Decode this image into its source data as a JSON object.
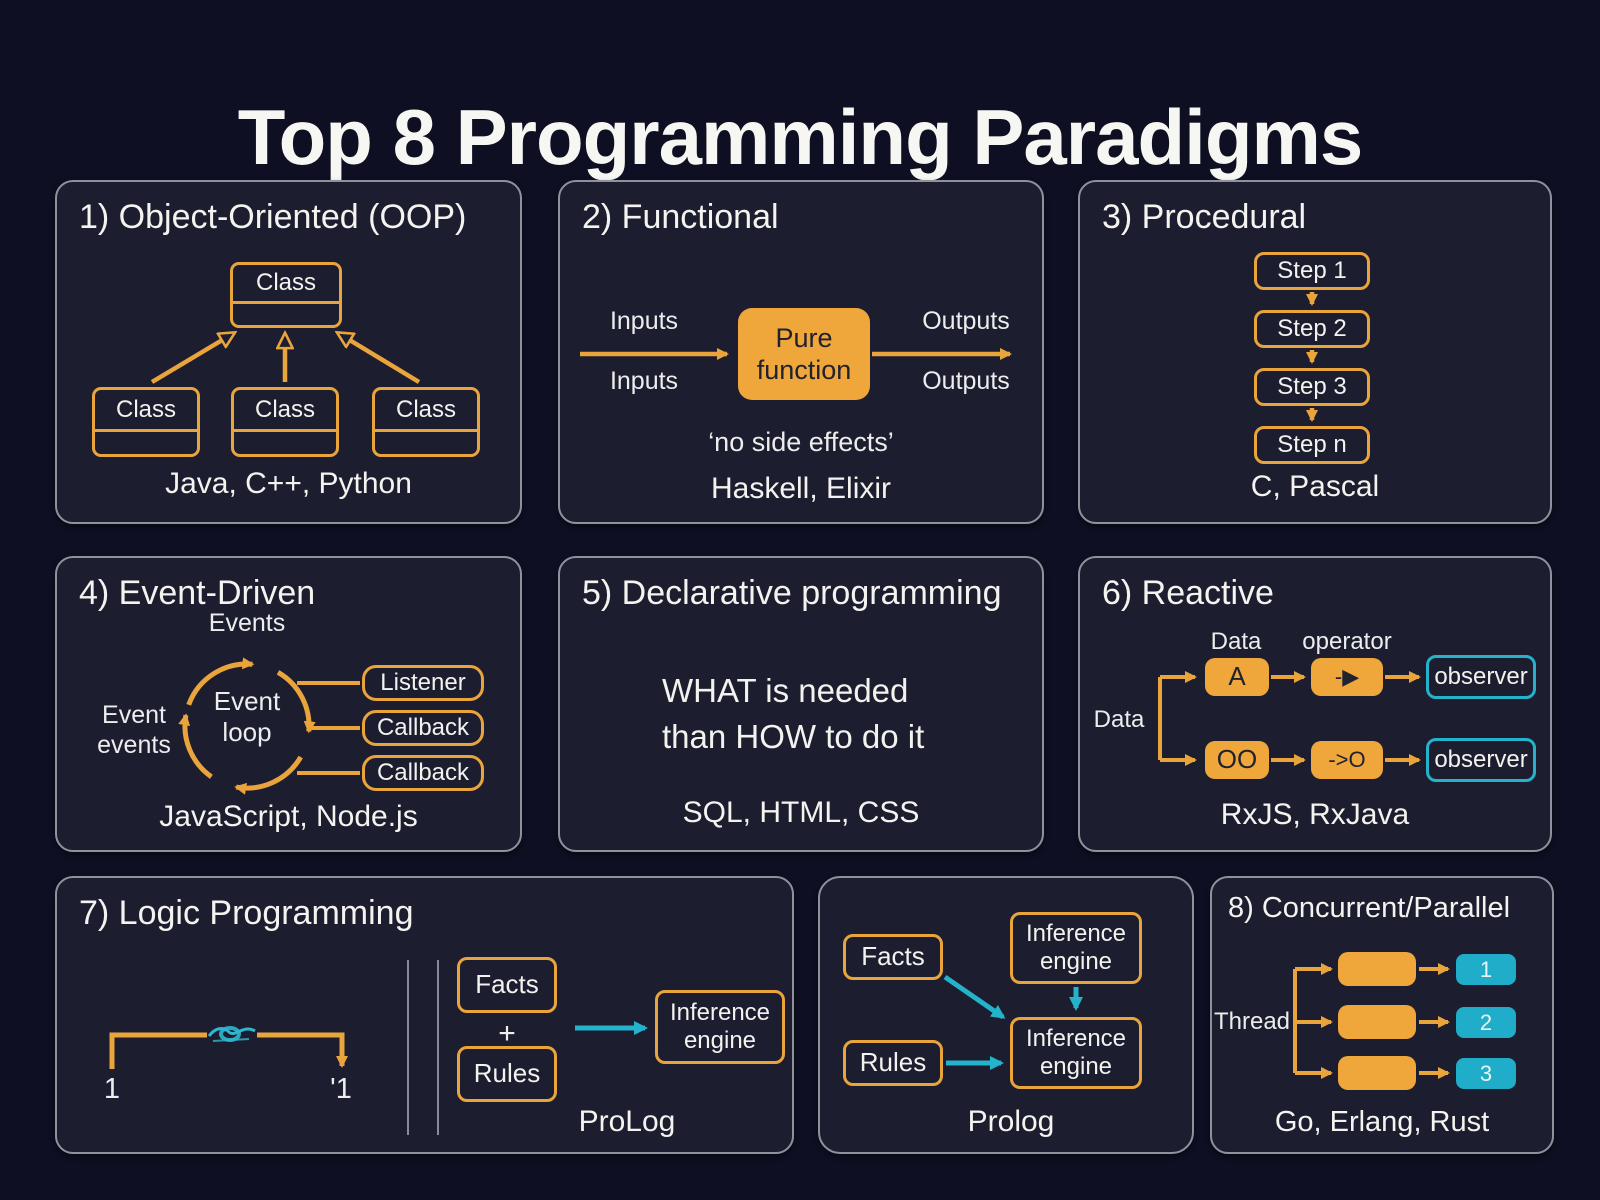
{
  "page": {
    "title": "Top 8 Programming Paradigms"
  },
  "colors": {
    "background": "#0e0f22",
    "panel": "#1c1e30",
    "panel_border": "#8f929c",
    "orange": "#eaa43c",
    "orange_fill": "#efa63a",
    "cyan": "#25b3cc",
    "text": "#f4f3ef"
  },
  "panels": {
    "oop": {
      "title": "1) Object-Oriented (OOP)",
      "parent_class": "Class",
      "children": [
        "Class",
        "Class",
        "Class"
      ],
      "caption": "Java, C++, Python"
    },
    "functional": {
      "title": "2) Functional",
      "input_top": "Inputs",
      "input_bottom": "Inputs",
      "pure_function": "Pure function",
      "output_top": "Outputs",
      "output_bottom": "Outputs",
      "note": "‘no side effects’",
      "caption": "Haskell, Elixir"
    },
    "procedural": {
      "title": "3) Procedural",
      "steps": [
        "Step 1",
        "Step 2",
        "Step 3",
        "Step n"
      ],
      "caption": "C, Pascal"
    },
    "event_driven": {
      "title": "4) Event-Driven",
      "events_label": "Events",
      "left_label": "Event events",
      "loop_label": "Event loop",
      "handlers": [
        "Listener",
        "Callback",
        "Callback"
      ],
      "caption": "JavaScript, Node.js"
    },
    "declarative": {
      "title": "5) Declarative programming",
      "line1": "WHAT is needed",
      "line2": "than HOW to do it",
      "caption": "SQL, HTML, CSS"
    },
    "reactive": {
      "title": "6) Reactive",
      "data_top_label": "Data",
      "operator_label": "operator",
      "data_left_label": "Data",
      "source_a": "A",
      "operator_a": "-▶",
      "observer_a": "observer",
      "source_b": "OO",
      "operator_b": "->O",
      "observer_b": "observer",
      "caption": "RxJS, RxJava"
    },
    "logic": {
      "title": "7) Logic Programming",
      "from_label": "1",
      "to_label": "'1",
      "facts": "Facts",
      "plus": "+",
      "rules": "Rules",
      "engine": "Inference engine",
      "caption": "ProLog"
    },
    "prolog": {
      "facts": "Facts",
      "engine_top": "Inference engine",
      "engine_main": "Inference engine",
      "rules": "Rules",
      "caption": "Prolog"
    },
    "concurrent": {
      "title": "8) Concurrent/Parallel",
      "thread_label": "Thread",
      "tasks": [
        "1",
        "2",
        "3"
      ],
      "caption": "Go, Erlang, Rust"
    }
  }
}
